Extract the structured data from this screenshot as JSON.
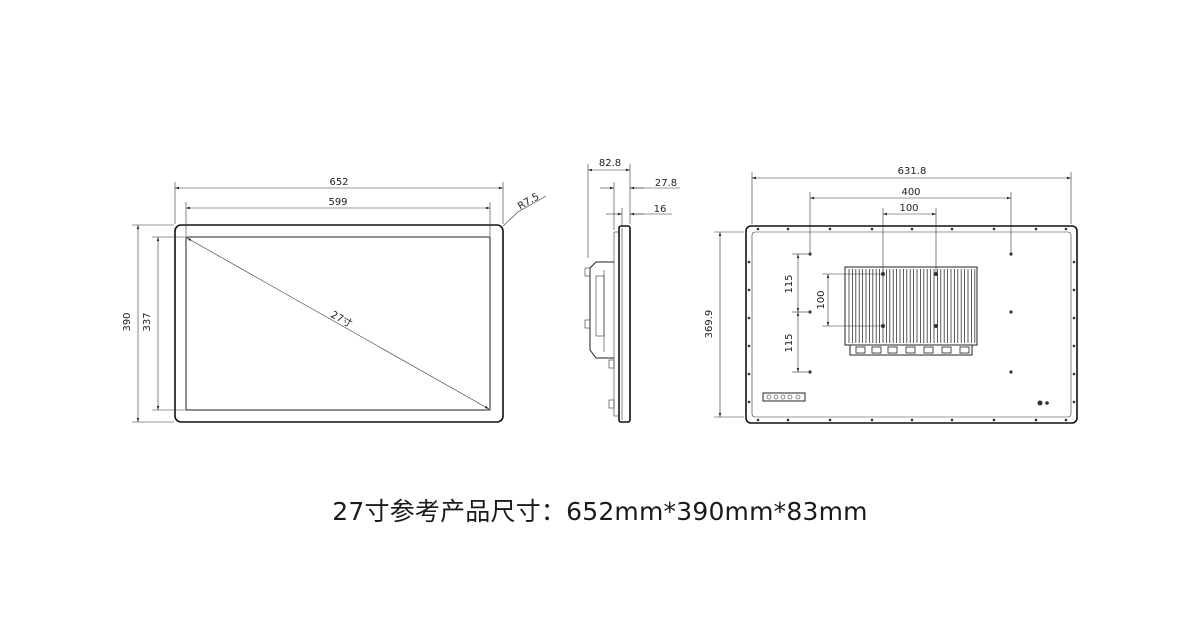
{
  "front_view": {
    "outer_width": "652",
    "screen_width": "599",
    "outer_height": "390",
    "screen_height": "337",
    "corner_radius": "R7.5",
    "diagonal": "27寸"
  },
  "side_view": {
    "total_depth": "82.8",
    "depth_mid": "27.8",
    "depth_front": "16"
  },
  "rear_view": {
    "width": "631.8",
    "vesa_outer": "400",
    "vesa_inner": "100",
    "height": "369.9",
    "vert_upper": "115",
    "vert_mid": "100",
    "vert_lower": "115"
  },
  "caption": "27寸参考产品尺寸：652mm*390mm*83mm"
}
